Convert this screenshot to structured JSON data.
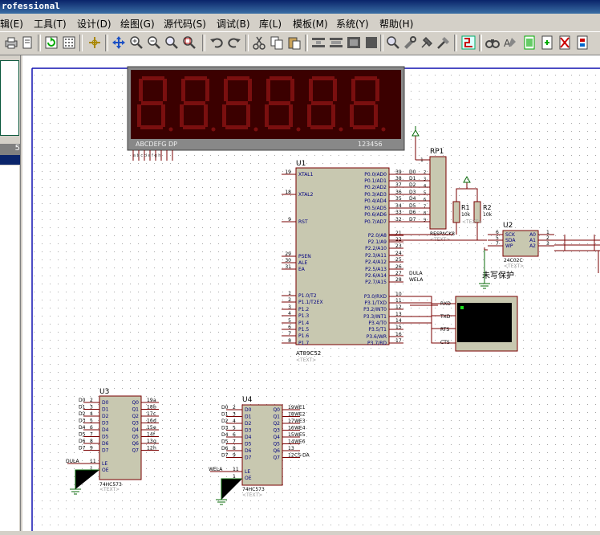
{
  "window": {
    "title": "rofessional"
  },
  "menu": [
    "辑(E)",
    "工具(T)",
    "设计(D)",
    "绘图(G)",
    "源代码(S)",
    "调试(B)",
    "库(L)",
    "模板(M)",
    "系统(Y)",
    "帮助(H)"
  ],
  "left_panel": {
    "tab_label": "5"
  },
  "display": {
    "segment_labels": "ABCDEFG  DP",
    "digit_labels": "123456"
  },
  "u1": {
    "ref": "U1",
    "part": "AT89C52",
    "text": "<TEXT>",
    "left_pins": [
      {
        "num": "19",
        "name": "XTAL1"
      },
      {
        "num": "18",
        "name": "XTAL2"
      },
      {
        "num": "9",
        "name": "RST"
      },
      {
        "num": "29",
        "name": "PSEN"
      },
      {
        "num": "30",
        "name": "ALE"
      },
      {
        "num": "31",
        "name": "EA"
      },
      {
        "num": "1",
        "name": "P1.0/T2"
      },
      {
        "num": "2",
        "name": "P1.1/T2EX"
      },
      {
        "num": "3",
        "name": "P1.2"
      },
      {
        "num": "4",
        "name": "P1.3"
      },
      {
        "num": "5",
        "name": "P1.4"
      },
      {
        "num": "6",
        "name": "P1.5"
      },
      {
        "num": "7",
        "name": "P1.6"
      },
      {
        "num": "8",
        "name": "P1.7"
      }
    ],
    "right_pins": [
      {
        "name": "P0.0/AD0",
        "num": "39",
        "net": "D0"
      },
      {
        "name": "P0.1/AD1",
        "num": "38",
        "net": "D1"
      },
      {
        "name": "P0.2/AD2",
        "num": "37",
        "net": "D2"
      },
      {
        "name": "P0.3/AD3",
        "num": "36",
        "net": "D3"
      },
      {
        "name": "P0.4/AD4",
        "num": "35",
        "net": "D4"
      },
      {
        "name": "P0.5/AD5",
        "num": "34",
        "net": "D5"
      },
      {
        "name": "P0.6/AD6",
        "num": "33",
        "net": "D6"
      },
      {
        "name": "P0.7/AD7",
        "num": "32",
        "net": "D7"
      },
      {
        "name": "P2.0/A8",
        "num": "21",
        "net": ""
      },
      {
        "name": "P2.1/A9",
        "num": "22",
        "net": ""
      },
      {
        "name": "P2.2/A10",
        "num": "23",
        "net": ""
      },
      {
        "name": "P2.3/A11",
        "num": "24",
        "net": ""
      },
      {
        "name": "P2.4/A12",
        "num": "25",
        "net": ""
      },
      {
        "name": "P2.5/A13",
        "num": "26",
        "net": ""
      },
      {
        "name": "P2.6/A14",
        "num": "27",
        "net": "DULA"
      },
      {
        "name": "P2.7/A15",
        "num": "28",
        "net": "WELA"
      },
      {
        "name": "P3.0/RXD",
        "num": "10",
        "net": ""
      },
      {
        "name": "P3.1/TXD",
        "num": "11",
        "net": ""
      },
      {
        "name": "P3.2/INT0",
        "num": "12",
        "net": ""
      },
      {
        "name": "P3.3/INT1",
        "num": "13",
        "net": ""
      },
      {
        "name": "P3.4/T0",
        "num": "14",
        "net": ""
      },
      {
        "name": "P3.5/T1",
        "num": "15",
        "net": ""
      },
      {
        "name": "P3.6/WR",
        "num": "16",
        "net": ""
      },
      {
        "name": "P3.7/RD",
        "num": "17",
        "net": ""
      }
    ]
  },
  "rp1": {
    "ref": "RP1",
    "part": "RESPACK8",
    "text": "<TEXT>",
    "pin1": "1",
    "pins": [
      "2",
      "3",
      "4",
      "5",
      "6",
      "7",
      "8",
      "9"
    ]
  },
  "r1": {
    "ref": "R1",
    "value": "10k"
  },
  "r2": {
    "ref": "R2",
    "value": "10k"
  },
  "resistor_text": "<TEXT>",
  "u2": {
    "ref": "U2",
    "part": "24C02C",
    "text": "<TEXT>",
    "note": "未写保护",
    "left_pins": [
      {
        "num": "6",
        "name": "SCK"
      },
      {
        "num": "5",
        "name": "SDA"
      },
      {
        "num": "7",
        "name": "WP"
      }
    ],
    "right_pins": [
      {
        "name": "A0",
        "num": "1"
      },
      {
        "name": "A1",
        "num": "2"
      },
      {
        "name": "A2",
        "num": "3"
      }
    ]
  },
  "terminal": {
    "pins": [
      "RXD",
      "TXD",
      "RTS",
      "CTS"
    ]
  },
  "u3": {
    "ref": "U3",
    "part": "74HC573",
    "text": "<TEXT>",
    "inputs": [
      {
        "net": "D0",
        "num": "2",
        "name": "D0"
      },
      {
        "net": "D1",
        "num": "3",
        "name": "D1"
      },
      {
        "net": "D2",
        "num": "4",
        "name": "D2"
      },
      {
        "net": "D3",
        "num": "5",
        "name": "D3"
      },
      {
        "net": "D4",
        "num": "6",
        "name": "D4"
      },
      {
        "net": "D5",
        "num": "7",
        "name": "D5"
      },
      {
        "net": "D6",
        "num": "8",
        "name": "D6"
      },
      {
        "net": "D7",
        "num": "9",
        "name": "D7"
      }
    ],
    "outputs": [
      {
        "name": "Q0",
        "num": "19",
        "net": "a"
      },
      {
        "name": "Q1",
        "num": "18",
        "net": "b"
      },
      {
        "name": "Q2",
        "num": "17",
        "net": "c"
      },
      {
        "name": "Q3",
        "num": "16",
        "net": "d"
      },
      {
        "name": "Q4",
        "num": "15",
        "net": "e"
      },
      {
        "name": "Q5",
        "num": "14",
        "net": "f"
      },
      {
        "name": "Q6",
        "num": "13",
        "net": "g"
      },
      {
        "name": "Q7",
        "num": "12",
        "net": "h"
      }
    ],
    "le_net": "DULA",
    "le_num": "11",
    "le_name": "LE",
    "oe_num": "1",
    "oe_name": "OE"
  },
  "u4": {
    "ref": "U4",
    "part": "74HC573",
    "text": "<TEXT>",
    "inputs": [
      {
        "net": "D0",
        "num": "2",
        "name": "D0"
      },
      {
        "net": "D1",
        "num": "3",
        "name": "D1"
      },
      {
        "net": "D2",
        "num": "4",
        "name": "D2"
      },
      {
        "net": "D3",
        "num": "5",
        "name": "D3"
      },
      {
        "net": "D4",
        "num": "6",
        "name": "D4"
      },
      {
        "net": "D5",
        "num": "7",
        "name": "D5"
      },
      {
        "net": "D6",
        "num": "8",
        "name": "D6"
      },
      {
        "net": "D7",
        "num": "9",
        "name": "D7"
      }
    ],
    "outputs": [
      {
        "name": "Q0",
        "num": "19",
        "net": "WE1"
      },
      {
        "name": "Q1",
        "num": "18",
        "net": "WE2"
      },
      {
        "name": "Q2",
        "num": "17",
        "net": "WE3"
      },
      {
        "name": "Q3",
        "num": "16",
        "net": "WE4"
      },
      {
        "name": "Q4",
        "num": "15",
        "net": "WE5"
      },
      {
        "name": "Q5",
        "num": "14",
        "net": "WE6"
      },
      {
        "name": "Q6",
        "num": "13",
        "net": ""
      },
      {
        "name": "Q7",
        "num": "12",
        "net": "CS-DA"
      }
    ],
    "le_net": "WELA",
    "le_num": "11",
    "le_name": "LE",
    "oe_num": "1",
    "oe_name": "OE"
  },
  "colors": {
    "wire": "#7a0000",
    "body": "#c8c8b0",
    "pin_text": "#000080",
    "display_bg": "#3b0000",
    "segment": "#7a0f0f",
    "grid": "#c0c0c0",
    "border": "#0000a0"
  }
}
